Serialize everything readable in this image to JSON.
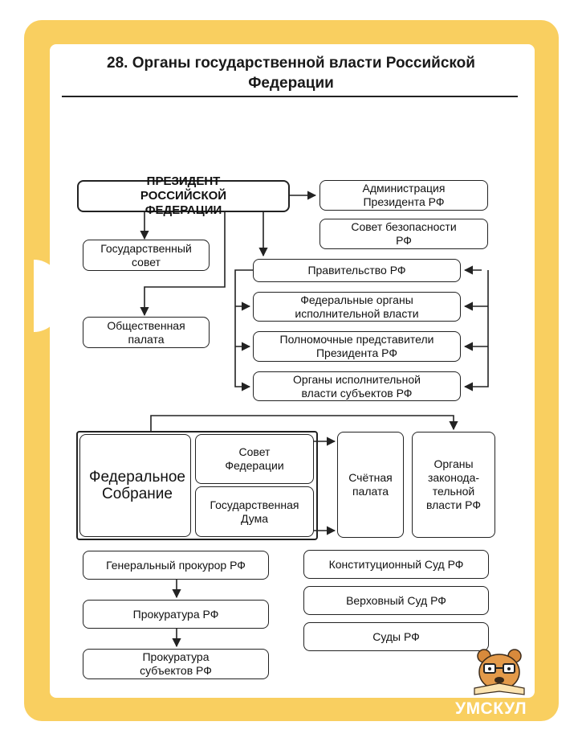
{
  "title": "28. Органы государственной власти Российской Федерации",
  "nodes": {
    "president": "ПРЕЗИДЕНТ РОССИЙСКОЙ ФЕДЕРАЦИИ",
    "administration": "Администрация Президента РФ",
    "security_council": "Совет безопасности РФ",
    "state_council": "Государственный совет",
    "government": "Правительство РФ",
    "public_chamber": "Общественная палата",
    "federal_exec": "Федеральные органы исполнительной власти",
    "plenipotentiaries": "Полномочные представители Президента РФ",
    "regional_exec": "Органы исполнительной власти субъектов РФ",
    "federal_assembly": "Федеральное Собрание",
    "federation_council": "Совет Федерации",
    "state_duma": "Государственная Дума",
    "accounts_chamber": "Счётная палата",
    "regional_legislative": "Органы законода-тельной власти РФ",
    "prosecutor_general": "Генеральный прокурор РФ",
    "prosecution": "Прокуратура РФ",
    "regional_prosecution": "Прокуратура субъектов РФ",
    "constitutional_court": "Конституционный Суд РФ",
    "supreme_court": "Верховный Суд РФ",
    "courts": "Суды РФ"
  },
  "brand": "УМСКУЛ",
  "colors": {
    "frame": "#f9cf60",
    "line": "#222222"
  },
  "icons": {
    "mascot": "bear-mascot-icon"
  }
}
